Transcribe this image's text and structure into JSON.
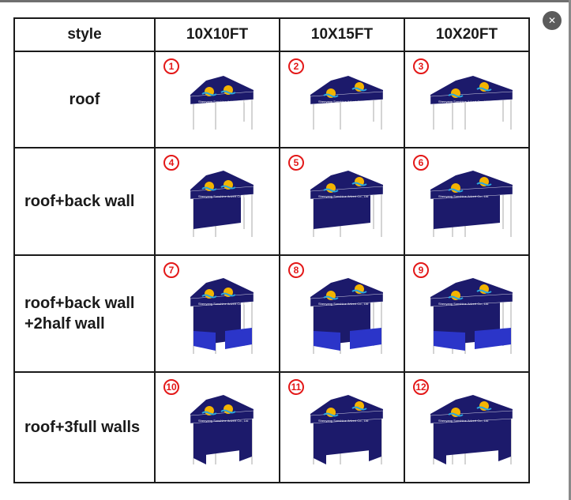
{
  "close_label": "✕",
  "table": {
    "header": {
      "style": "style",
      "sizes": [
        "10X10FT",
        "10X15FT",
        "10X20FT"
      ]
    },
    "rows": [
      {
        "style": "roof",
        "numbers": [
          "1",
          "2",
          "3"
        ]
      },
      {
        "style": "roof+back wall",
        "numbers": [
          "4",
          "5",
          "6"
        ]
      },
      {
        "style_line1": "roof+back wall",
        "style_line2": "+2half wall",
        "numbers": [
          "7",
          "8",
          "9"
        ]
      },
      {
        "style": "roof+3full walls",
        "numbers": [
          "10",
          "11",
          "12"
        ]
      }
    ],
    "brand_text": "Shenyang Sunshine Advert Co., Ltd"
  },
  "colors": {
    "canopy": "#1c1a6b",
    "half_wall": "#2b35c9",
    "frame": "#b8b8b8",
    "number": "#e31818",
    "sun": "#f4b400",
    "wave": "#2aa7e0"
  }
}
